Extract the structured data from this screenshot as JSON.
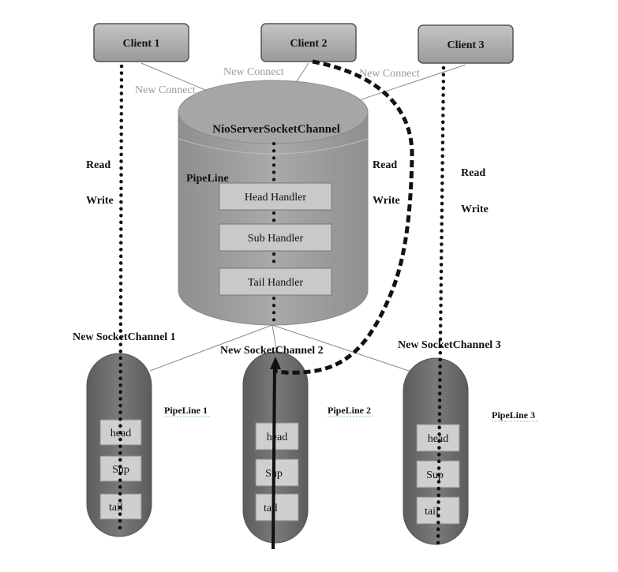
{
  "clients": [
    "Client 1",
    "Client 2",
    "Client 3"
  ],
  "new_connect": [
    "New Connect",
    "New Connect",
    "New Connect"
  ],
  "io_labels": {
    "left": {
      "read": "Read",
      "write": "Write"
    },
    "middle": {
      "read": "Read",
      "write": "Write"
    },
    "right": {
      "read": "Read",
      "write": "Write"
    }
  },
  "server": {
    "title": "NioServerSocketChannel",
    "pipeline_label": "PipeLine",
    "handlers": [
      "Head Handler",
      "Sub Handler",
      "Tail Handler"
    ]
  },
  "socket_channels": [
    {
      "title": "New SocketChannel 1",
      "pipeline": "PipeLine 1",
      "handlers": [
        "head",
        "Sup",
        "tail"
      ]
    },
    {
      "title": "New SocketChannel 2",
      "pipeline": "PipeLine 2",
      "handlers": [
        "head",
        "Sup",
        "tail"
      ]
    },
    {
      "title": "New SocketChannel 3",
      "pipeline": "PipeLine 3",
      "handlers": [
        "head",
        "Sup",
        "tail"
      ]
    }
  ],
  "colors": {
    "client_fill": "#a8a8a8",
    "server_fill": "#9c9c9c",
    "handler_fill": "#c8c8c8",
    "channel_fill": "#6f6f6f",
    "channel_handler_fill": "#cfcfcf"
  }
}
